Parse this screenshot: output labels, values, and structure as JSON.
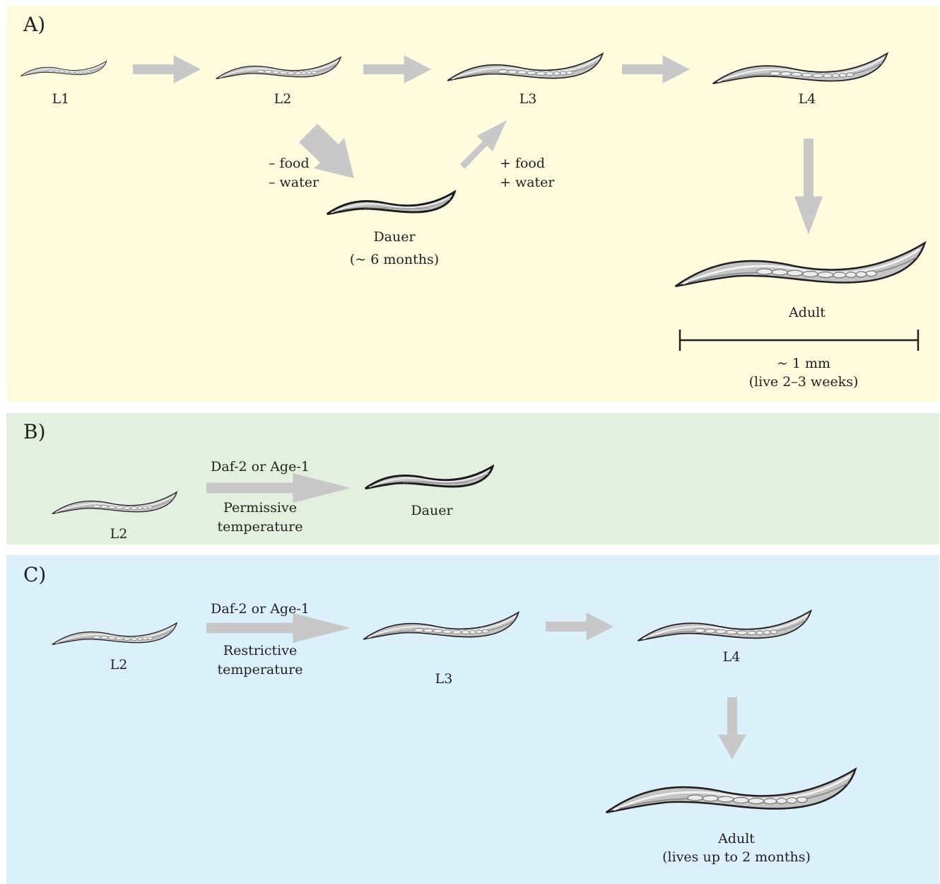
{
  "panel_a": {
    "label": "A)",
    "stages": {
      "l1": "L1",
      "l2": "L2",
      "l3": "L3",
      "l4": "L4",
      "adult": "Adult",
      "dauer": "Dauer"
    },
    "dauer_duration": "(~ 6 months)",
    "minus_food": "– food",
    "minus_water": "– water",
    "plus_food": "+ food",
    "plus_water": "+ water",
    "scale_label": "~ 1 mm",
    "lifespan": "(live  2–3 weeks)"
  },
  "panel_b": {
    "label": "B)",
    "stage_l2": "L2",
    "arrow_top": "Daf-2 or Age-1",
    "arrow_bottom_1": "Permissive",
    "arrow_bottom_2": "temperature",
    "stage_dauer": "Dauer"
  },
  "panel_c": {
    "label": "C)",
    "stage_l2": "L2",
    "arrow_top": "Daf-2 or Age-1",
    "arrow_bottom_1": "Restrictive",
    "arrow_bottom_2": "temperature",
    "stage_l3": "L3",
    "stage_l4": "L4",
    "stage_adult": "Adult",
    "lifespan": "(lives up to 2 months)"
  },
  "colors": {
    "panel_a_bg": "#fffbde",
    "panel_b_bg": "#e3efdf",
    "panel_c_bg": "#daf0fa",
    "arrow": "#c8c8c8",
    "worm_fill": "#c4c4c4"
  }
}
